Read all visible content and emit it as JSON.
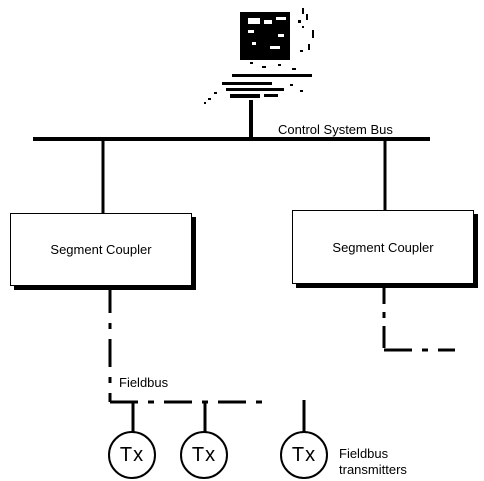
{
  "bus_label": "Control System Bus",
  "couplers": [
    {
      "label": "Segment Coupler"
    },
    {
      "label": "Segment Coupler"
    }
  ],
  "fieldbus_label": "Fieldbus",
  "transmitters": [
    {
      "label": "Tx"
    },
    {
      "label": "Tx"
    },
    {
      "label": "Tx"
    }
  ],
  "transmitters_label": {
    "line1": "Fieldbus",
    "line2": "transmitters"
  }
}
